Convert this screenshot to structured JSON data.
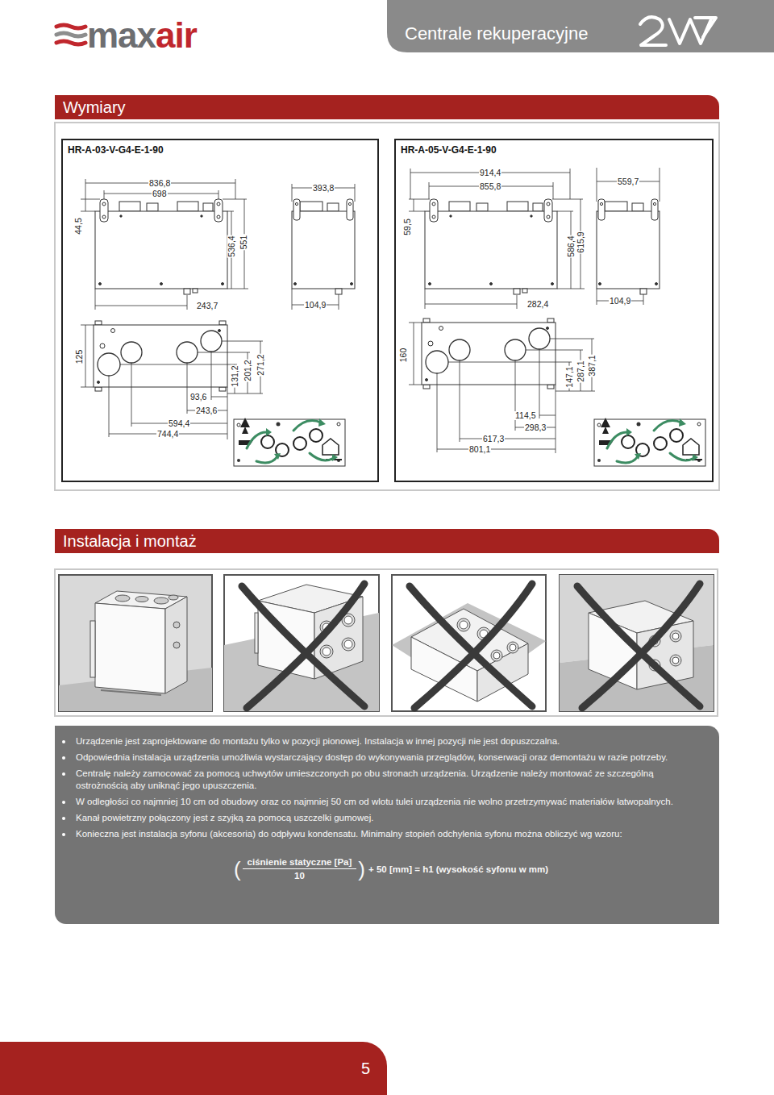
{
  "diagram": {
    "nodes": [
      {
        "text": [
          "Centrale rekuperacyjne"
        ]
      },
      {
        "text": [
          "Wymiary"
        ]
      },
      {
        "text": [
          "HR-A-03-V-G4-E-1-90"
        ]
      },
      {
        "text": [
          "HR-A-05-V-G4-E-1-90"
        ]
      },
      {
        "text": [
          "Instalacja i montaż"
        ]
      },
      {
        "text": [
          "Urządzenie jest zaprojektowane do montażu tylko w pozycji pionowej. Instalacja w innej pozycji nie jest dopuszczalna.",
          "Odpowiednia instalacja urządzenia umożliwia wystarczający dostęp do wykonywania przeglądów, konserwacji oraz demontażu w razie potrzeby.",
          "Centralę należy zamocować za pomocą uchwytów umieszczonych po obu stronach urządzenia. Urządzenie należy montować ze szczególną ostrożnością aby uniknąć jego upuszczenia.",
          "W odległości co najmniej 10 cm od obudowy oraz co najmniej 50 cm od wlotu tulei urządzenia nie wolno przetrzymywać materiałów łatwopalnych.",
          "Kanał powietrzny połączony jest z szyjką za pomocą uszczelki gumowej.",
          "Konieczna jest instalacja syfonu (akcesoria) do odpływu kondensatu. Minimalny stopień odchylenia syfonu można obliczyć wg wzoru:",
          "(",
          "ciśnienie statyczne [Pa]",
          "10",
          ")",
          "+ 50 [mm] = h1 (wysokość syfonu w mm)"
        ]
      },
      {
        "text": [
          "5"
        ]
      }
    ],
    "labels": [
      "max",
      "air",
      "836,8",
      "698",
      "393,8",
      "44,5",
      "536,4",
      "551",
      "243,7",
      "104,9",
      "125",
      "131,2",
      "201,2",
      "271,2",
      "93,6",
      "243,6",
      "594,4",
      "744,4",
      "914,4",
      "855,8",
      "559,7",
      "59,5",
      "586,4",
      "615,9",
      "282,4",
      "104,9",
      "160",
      "147,1",
      "287,1",
      "387,1",
      "114,5",
      "298,3",
      "617,3",
      "801,1"
    ]
  }
}
